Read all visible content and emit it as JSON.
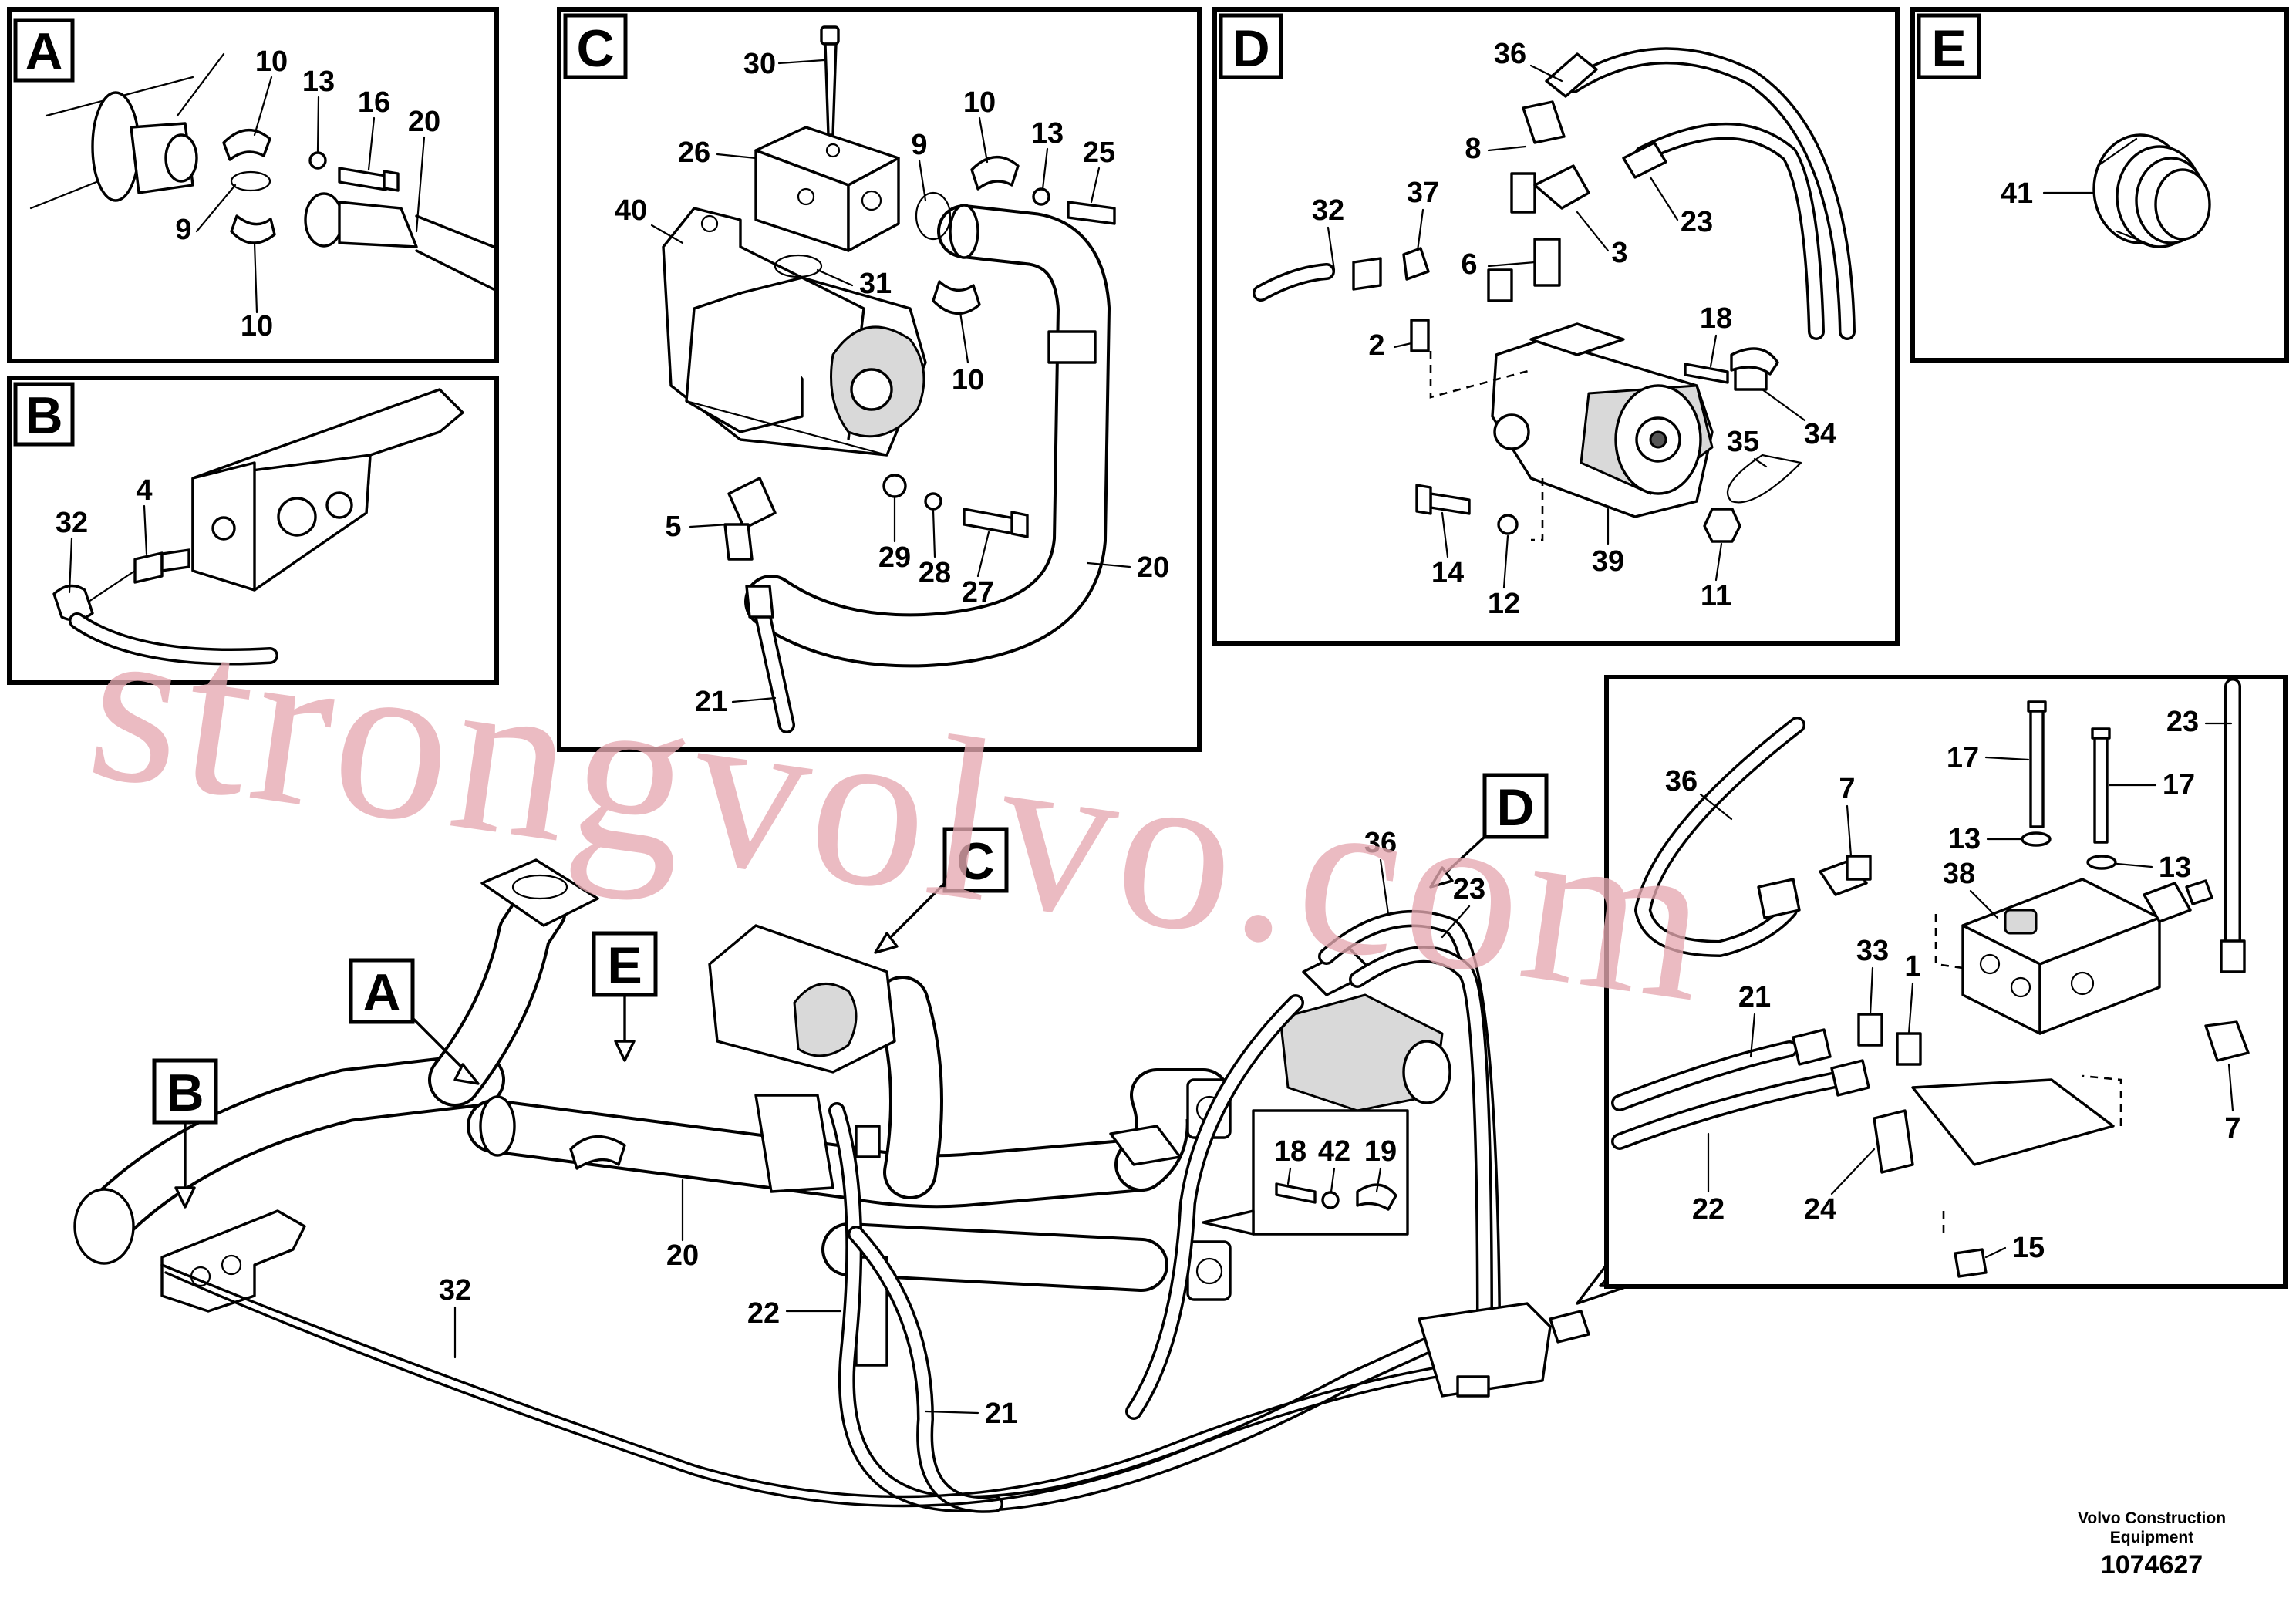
{
  "panels": {
    "a": {
      "label": "A",
      "callouts": [
        "10",
        "13",
        "16",
        "20",
        "9",
        "10"
      ]
    },
    "b": {
      "label": "B",
      "callouts": [
        "4",
        "32"
      ]
    },
    "c": {
      "label": "C",
      "callouts": [
        "30",
        "26",
        "9",
        "10",
        "13",
        "25",
        "40",
        "31",
        "10",
        "5",
        "29",
        "28",
        "27",
        "20",
        "21"
      ]
    },
    "d": {
      "label": "D",
      "callouts": [
        "36",
        "8",
        "32",
        "37",
        "23",
        "3",
        "6",
        "2",
        "18",
        "34",
        "35",
        "14",
        "12",
        "39",
        "11"
      ]
    },
    "e": {
      "label": "E",
      "callouts": [
        "41"
      ]
    },
    "detail": {
      "callouts": [
        "23",
        "17",
        "17",
        "36",
        "7",
        "13",
        "13",
        "38",
        "33",
        "21",
        "1",
        "7",
        "22",
        "24",
        "15"
      ]
    }
  },
  "main": {
    "view_markers": [
      "A",
      "B",
      "C",
      "D",
      "E"
    ],
    "callouts": [
      "36",
      "23",
      "20",
      "32",
      "22",
      "21"
    ],
    "clamp_inset_callouts": [
      "18",
      "42",
      "19"
    ]
  },
  "watermark": "strongvolvo.com",
  "brand": {
    "line1": "Volvo Construction",
    "line2": "Equipment",
    "doc_number": "1074627"
  }
}
